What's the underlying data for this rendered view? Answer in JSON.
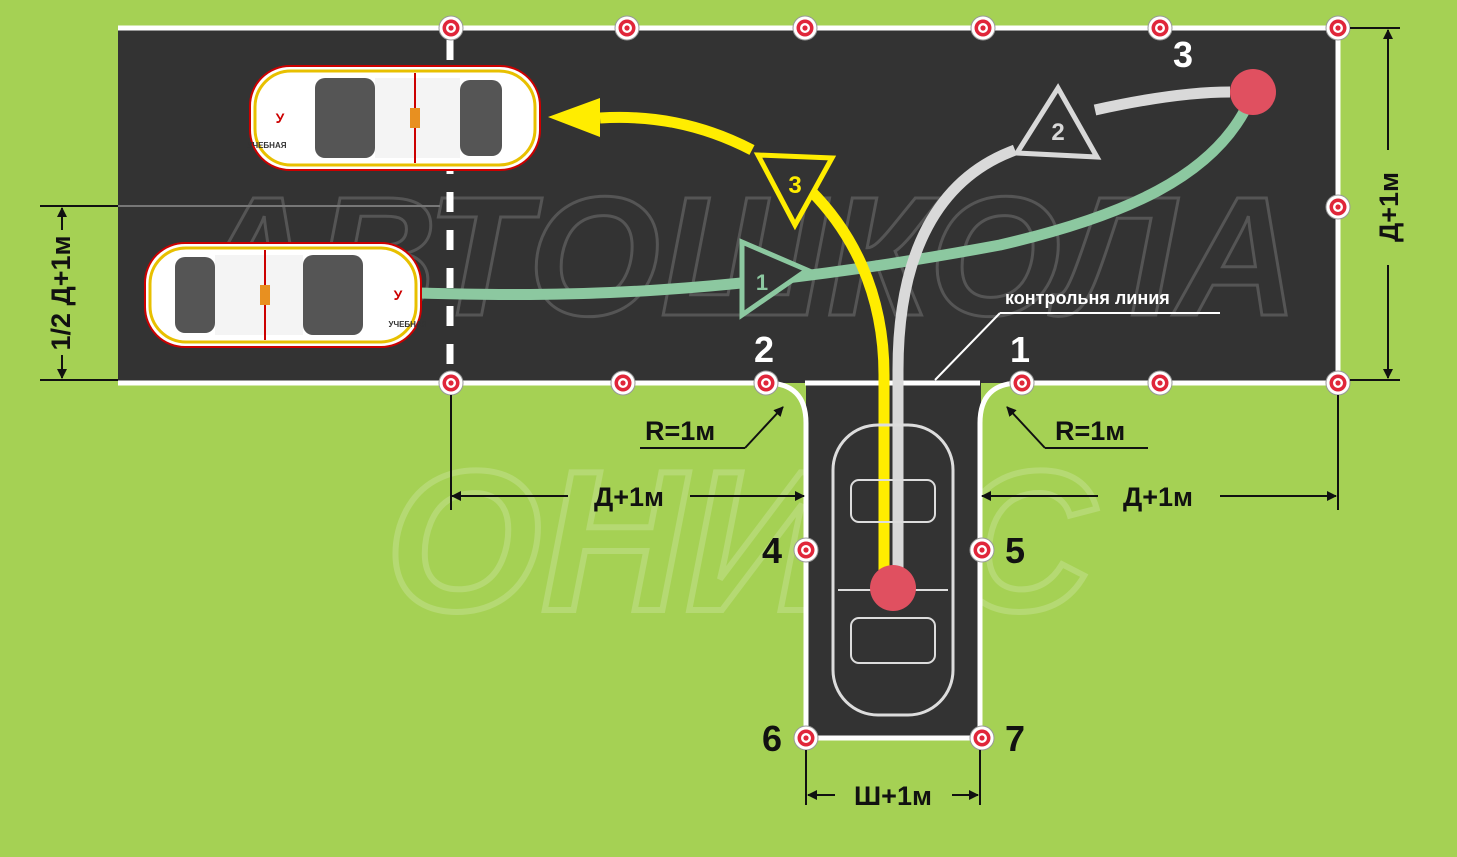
{
  "watermark": {
    "line1": "АВТОШКОЛА",
    "line2": "ОНИКС"
  },
  "cone_numbers": {
    "n1": "1",
    "n2": "2",
    "n3": "3",
    "n4": "4",
    "n5": "5",
    "n6": "6",
    "n7": "7"
  },
  "step_markers": {
    "s1": "1",
    "s2": "2",
    "s3": "3"
  },
  "labels": {
    "control_line": "контрольня линия",
    "radius_left": "R=1м",
    "radius_right": "R=1м",
    "dim_left": "Д+1м",
    "dim_right": "Д+1м",
    "dim_vertical_right": "Д+1м",
    "dim_vertical_left": "1/2 Д+1м",
    "dim_width": "Ш+1м"
  },
  "car_sign": "У",
  "car_side_text": "УЧЕБНАЯ",
  "colors": {
    "grass": "#a5d154",
    "asphalt": "#333333",
    "path_green": "#8cc8a0",
    "path_gray": "#d9d9d9",
    "path_yellow": "#ffed00",
    "cone_red": "#e0263a",
    "target_pink": "#e05060"
  }
}
